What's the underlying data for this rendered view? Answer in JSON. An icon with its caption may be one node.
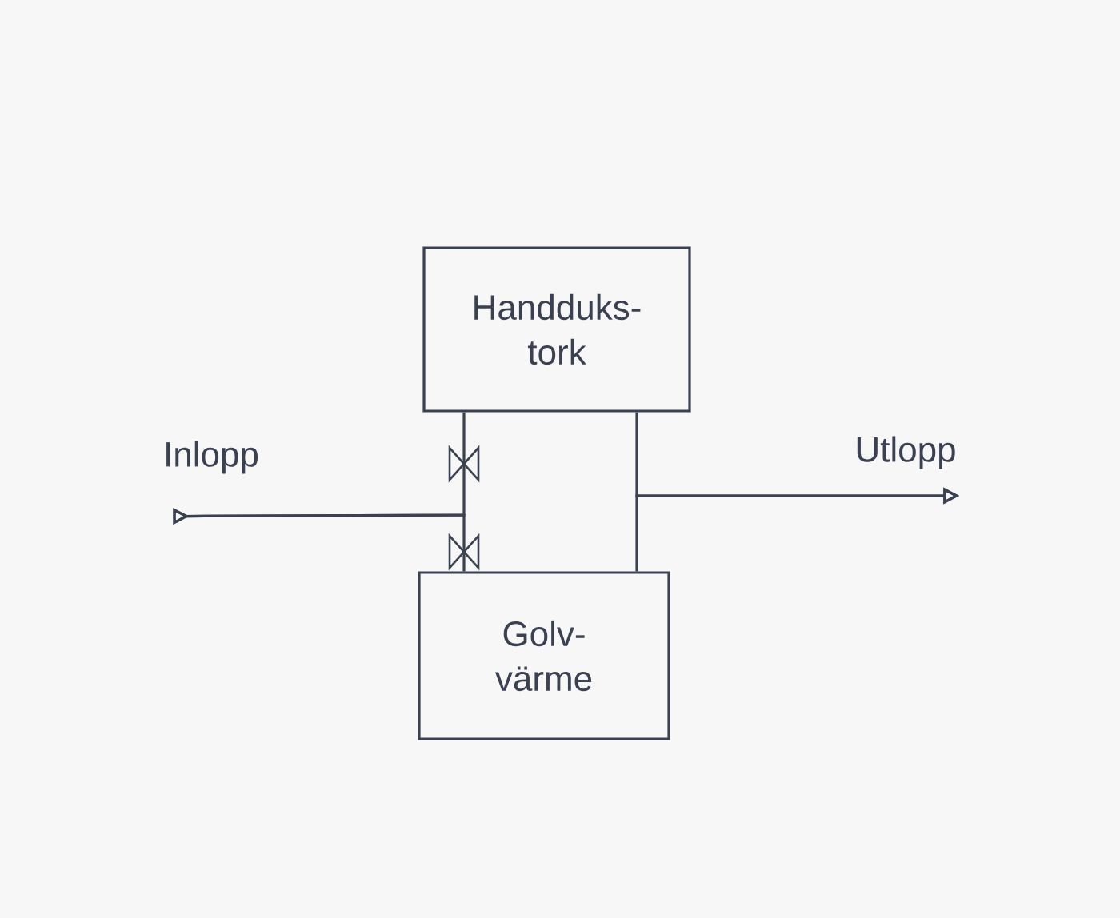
{
  "diagram": {
    "nodes": [
      {
        "text": [
          "Handduks- tork"
        ]
      },
      {
        "text": [
          "Golv- värme"
        ]
      },
      {
        "text": [
          "Inlopp"
        ]
      },
      {
        "text": [
          "Utlopp"
        ]
      }
    ],
    "edges": [
      {
        "from": 0,
        "to": 2,
        "arrow": "other"
      },
      {
        "from": 1,
        "to": 2,
        "arrow": "other"
      },
      {
        "from": 0,
        "to": 3,
        "arrow": "to"
      },
      {
        "from": 1,
        "to": 3,
        "arrow": "to"
      }
    ]
  }
}
